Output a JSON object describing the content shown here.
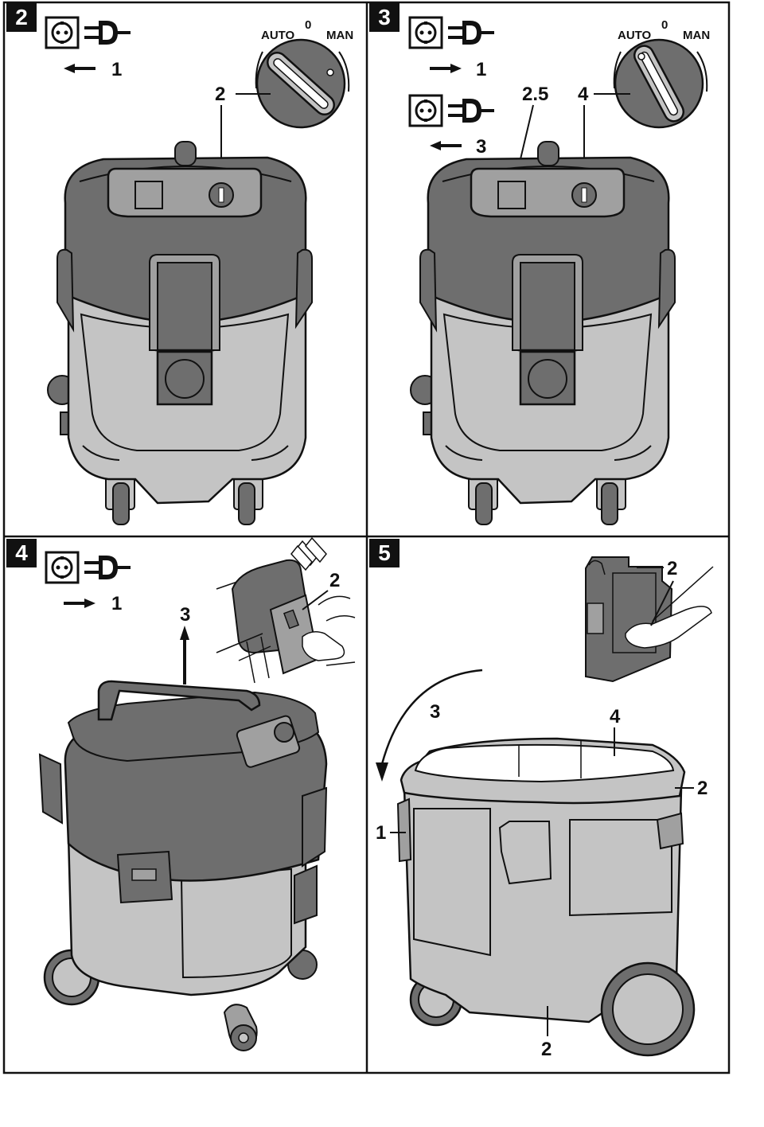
{
  "panels": [
    {
      "number": "2",
      "callouts": {
        "c1": "1",
        "c2": "2"
      },
      "switch": {
        "auto": "AUTO",
        "zero": "0",
        "man": "MAN"
      }
    },
    {
      "number": "3",
      "callouts": {
        "c1": "1",
        "c3": "3",
        "c25": "2.5",
        "c4": "4"
      },
      "switch": {
        "auto": "AUTO",
        "zero": "0",
        "man": "MAN"
      }
    },
    {
      "number": "4",
      "callouts": {
        "c1": "1",
        "c2": "2",
        "c3": "3"
      }
    },
    {
      "number": "5",
      "callouts": {
        "c1": "1",
        "c2a": "2",
        "c2b": "2",
        "c2c": "2",
        "c3": "3",
        "c4": "4"
      }
    }
  ],
  "colors": {
    "dark": "#6e6e6e",
    "mid": "#a0a0a0",
    "light": "#c4c4c4",
    "line": "#111111"
  },
  "icons": [
    "power-outlet-icon",
    "power-plug-icon",
    "arrow-left-icon",
    "arrow-right-icon",
    "arrow-up-icon",
    "curved-arrow-icon"
  ]
}
